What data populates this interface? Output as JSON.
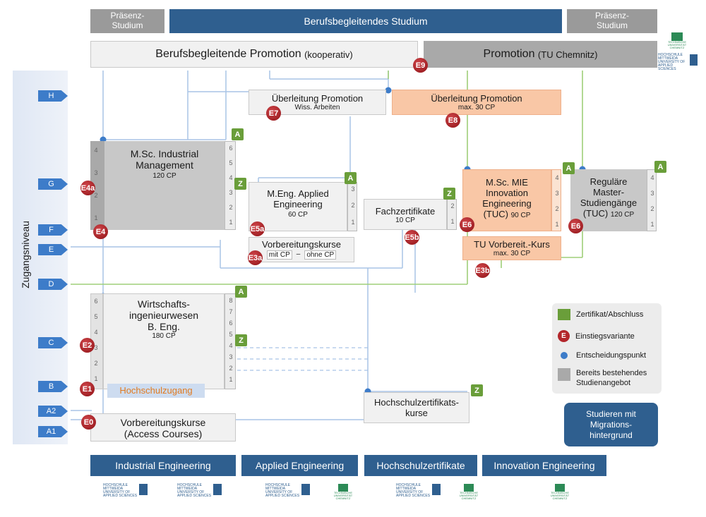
{
  "header": {
    "left_gray": [
      "Präsenz-",
      "Studium"
    ],
    "center": "Berufsbegleitendes Studium",
    "right_gray": [
      "Präsenz-",
      "Studium"
    ]
  },
  "promotion_left": {
    "title": "Berufsbegleitende Promotion",
    "suffix": "(kooperativ)"
  },
  "promotion_right": {
    "title": "Promotion",
    "suffix": "(TU Chemnitz)"
  },
  "side_label": "Zugangsniveau",
  "levels": [
    "H",
    "G",
    "F",
    "E",
    "D",
    "C",
    "B",
    "A2",
    "A1"
  ],
  "boxes": {
    "msc_im": {
      "lines": [
        "M.Sc. Industrial",
        "Management"
      ],
      "cp": "120 CP",
      "nums": [
        "6",
        "5",
        "4",
        "3",
        "2",
        "1"
      ],
      "left_nums": [
        "4",
        "3",
        "2",
        "1"
      ]
    },
    "meng": {
      "lines": [
        "M.Eng. Applied",
        "Engineering"
      ],
      "cp": "60 CP",
      "nums": [
        "3",
        "2",
        "1"
      ]
    },
    "ueberl_left": {
      "title": "Überleitung Promotion",
      "sub": "Wiss. Arbeiten"
    },
    "ueberl_right": {
      "title": "Überleitung Promotion",
      "sub": "max. 30 CP"
    },
    "vorb_mid": {
      "title": "Vorbereitungskurse",
      "mit": "mit CP",
      "dash": "–",
      "ohne": "ohne CP"
    },
    "fach": {
      "title": "Fachzertifikate",
      "cp": "10 CP",
      "nums": [
        "2",
        "1"
      ]
    },
    "mie": {
      "lines": [
        "M.Sc. MIE",
        "Innovation",
        "Engineering",
        "(TUC)"
      ],
      "cp": "90 CP",
      "nums": [
        "4",
        "3",
        "2",
        "1"
      ]
    },
    "tu_vorb": {
      "title": "TU Vorbereit.-Kurs",
      "sub": "max. 30 CP"
    },
    "master": {
      "lines": [
        "Reguläre",
        "Master-",
        "Studiengänge",
        "(TUC)"
      ],
      "cp": "120 CP",
      "nums": [
        "4",
        "3",
        "2",
        "1"
      ]
    },
    "wi": {
      "lines": [
        "Wirtschafts-",
        "ingenieurwesen",
        "B. Eng."
      ],
      "cp": "180 CP",
      "nums": [
        "8",
        "7",
        "6",
        "5",
        "4",
        "3",
        "2",
        "1"
      ],
      "left_nums": [
        "6",
        "5",
        "4",
        "3",
        "2",
        "1"
      ]
    },
    "hochschulzugang": "Hochschulzugang",
    "hz_kurse": {
      "lines": [
        "Hochschulzertifikats-",
        "kurse"
      ]
    },
    "vorb_access": {
      "lines": [
        "Vorbereitungskurse",
        "(Access Courses)"
      ]
    }
  },
  "entries": {
    "E0": "E0",
    "E1": "E1",
    "E2": "E2",
    "E3a": "E3a",
    "E3b": "E3b",
    "E4": "E4",
    "E4a": "E4a",
    "E5a": "E5a",
    "E5b": "E5b",
    "E6a": "E6",
    "E6b": "E6",
    "E7": "E7",
    "E8": "E8",
    "E9": "E9"
  },
  "badges": {
    "A": "A",
    "Z": "Z"
  },
  "legend": {
    "items": [
      {
        "icon": "green-square",
        "label": "Zertifikat/Abschluss"
      },
      {
        "icon": "red-circle",
        "label": "Einstiegsvariante"
      },
      {
        "icon": "blue-dot",
        "label": "Entscheidungspunkt"
      },
      {
        "icon": "gray-square",
        "label": "Bereits bestehendes Studienangebot"
      }
    ]
  },
  "migration_box": [
    "Studieren mit",
    "Migrations-",
    "hintergrund"
  ],
  "bottom_tabs": [
    "Industrial Engineering",
    "Applied Engineering",
    "Hochschulzertifikate",
    "Innovation Engineering"
  ],
  "logos": {
    "hm": [
      "HOCHSCHULE",
      "MITTWEIDA",
      "UNIVERSITY OF",
      "APPLIED SCIENCES"
    ],
    "tuc": [
      "TECHNISCHE UNIVERSITÄT",
      "CHEMNITZ"
    ]
  },
  "colors": {
    "blue": "#2f5f8f",
    "arrow_blue": "#3d7cc9",
    "green": "#6a9e3a",
    "orange": "#f9c7a6",
    "red": "#b3262b"
  }
}
